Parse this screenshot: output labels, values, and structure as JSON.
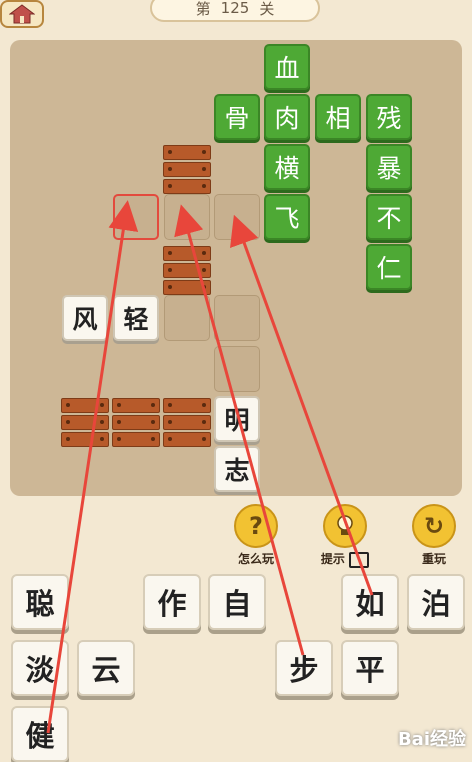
{
  "header": {
    "level_prefix": "第",
    "level_number": "125",
    "level_suffix": "关"
  },
  "board": {
    "green_tiles": [
      "血",
      "骨",
      "肉",
      "相",
      "残",
      "横",
      "暴",
      "飞",
      "不",
      "仁"
    ],
    "white_tiles": [
      "风",
      "轻",
      "明",
      "志"
    ]
  },
  "controls": {
    "help_label": "怎么玩",
    "hint_label": "提示",
    "replay_label": "重玩"
  },
  "answers": [
    "聪",
    "作",
    "自",
    "如",
    "泊",
    "淡",
    "云",
    "步",
    "平",
    "健"
  ],
  "watermark": "Bai经验"
}
